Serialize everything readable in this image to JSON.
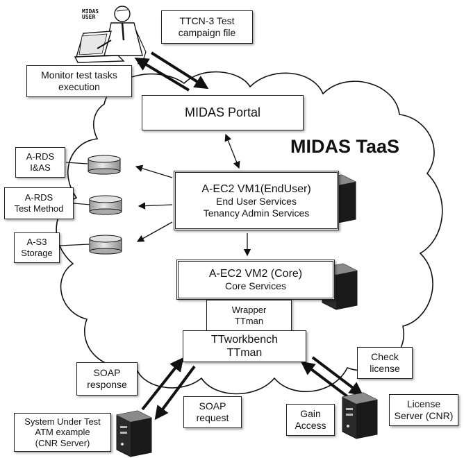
{
  "cloud_title": "MIDAS TaaS",
  "user_label_line1": "MIDAS",
  "user_label_line2": "USER",
  "campaign_file": [
    "TTCN-3 Test",
    "campaign file"
  ],
  "monitor": [
    "Monitor test tasks",
    "execution"
  ],
  "portal": "MIDAS Portal",
  "datastores": [
    {
      "line1": "A-RDS",
      "line2": "I&AS"
    },
    {
      "line1": "A-RDS",
      "line2": "Test Method"
    },
    {
      "line1": "A-S3",
      "line2": "Storage"
    }
  ],
  "vm1": {
    "title": "A-EC2 VM1(EndUser)",
    "line2": "End User Services",
    "line3": "Tenancy Admin Services"
  },
  "vm2": {
    "title": "A-EC2 VM2 (Core)",
    "line2": "Core Services"
  },
  "wrapper": [
    "Wrapper",
    "TTman"
  ],
  "ttworkbench": [
    "TTworkbench",
    "TTman"
  ],
  "check_license": [
    "Check",
    "license"
  ],
  "soap_response": [
    "SOAP",
    "response"
  ],
  "soap_request": [
    "SOAP",
    "request"
  ],
  "sut": [
    "System Under Test",
    "ATM example",
    "(CNR Server)"
  ],
  "gain_access": [
    "Gain",
    "Access"
  ],
  "license_server": [
    "License",
    "Server (CNR)"
  ],
  "colors": {
    "cloud_fill": "#ffffff",
    "server_dark": "#2a2a2a",
    "cylinder": "#cfcfcf"
  }
}
